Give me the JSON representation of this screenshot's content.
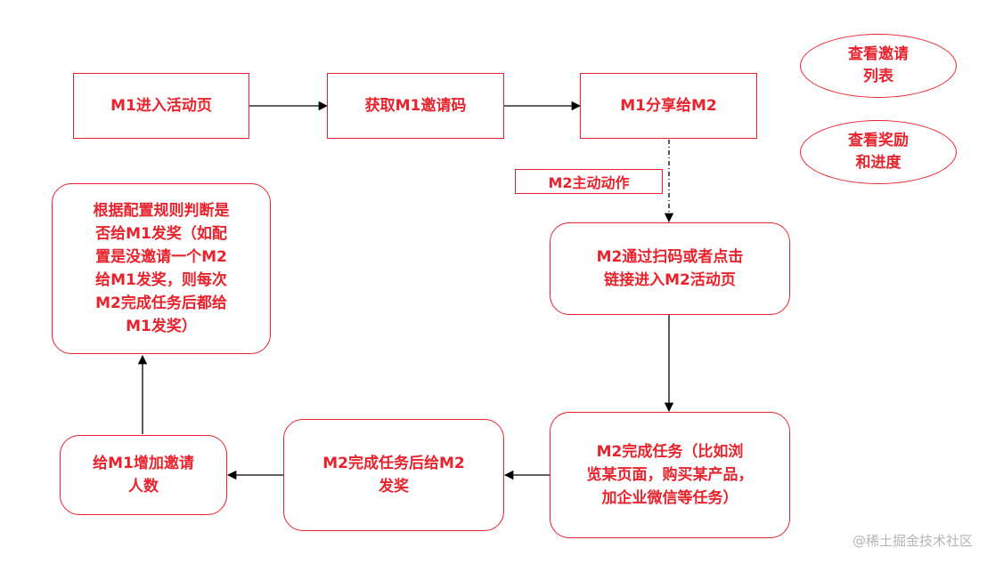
{
  "nodes": {
    "m1_enter": "M1进入活动页",
    "get_code": "获取M1邀请码",
    "share": "M1分享给M2",
    "view_invites": "查看邀请\n列表",
    "view_rewards": "查看奖励\n和进度",
    "rule_check": "根据配置规则判断是\n否给M1发奖（如配\n置是没邀请一个M2\n给M1发奖，则每次\nM2完成任务后都给\nM1发奖）",
    "m2_visit": "M2通过扫码或者点击\n链接进入M2活动页",
    "m2_task": "M2完成任务（比如浏\n览某页面，购买某产品，\n加企业微信等任务）",
    "m2_reward": "M2完成任务后给M2\n发奖",
    "m1_count": "给M1增加邀请\n人数"
  },
  "edge_label": "M2主动动作",
  "watermark": "@稀土掘金技术社区",
  "colors": {
    "accent": "#e8232d",
    "edge": "#000000",
    "watermark": "#b5b5b5"
  }
}
